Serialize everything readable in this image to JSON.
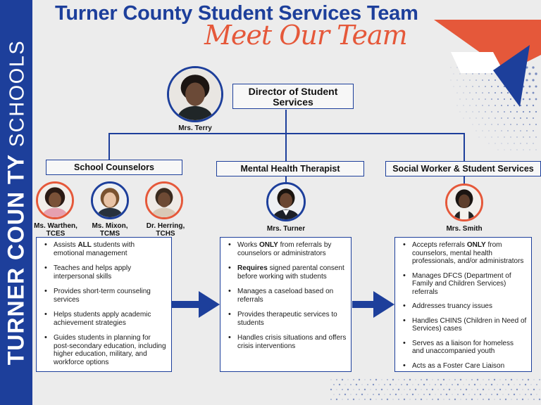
{
  "sidebar": {
    "district_bold": "TURNER COUN TY",
    "district_thin": "SCHOOLS"
  },
  "header": {
    "title": "Turner County Student Services Team",
    "subtitle": "Meet Our Team"
  },
  "colors": {
    "primary_blue": "#1d3f9b",
    "accent_orange": "#e5583a",
    "background": "#ececec"
  },
  "director": {
    "name": "Mrs. Terry",
    "role": "Director of Student Services"
  },
  "departments": {
    "counselors": {
      "title": "School Counselors",
      "staff": [
        {
          "name": "Ms. Warthen,",
          "school": "TCES"
        },
        {
          "name": "Ms. Mixon,",
          "school": "TCMS"
        },
        {
          "name": "Dr. Herring,",
          "school": "TCHS"
        }
      ],
      "duties": [
        {
          "pre": "Assists ",
          "bold": "ALL",
          "post": " students with emotional management"
        },
        {
          "pre": "Teaches and helps apply interpersonal skills",
          "bold": "",
          "post": ""
        },
        {
          "pre": "Provides short-term counseling services",
          "bold": "",
          "post": ""
        },
        {
          "pre": "Helps students apply academic achievement strategies",
          "bold": "",
          "post": ""
        },
        {
          "pre": "Guides students in planning for post-secondary education, including higher education, military, and workforce options",
          "bold": "",
          "post": ""
        }
      ]
    },
    "therapist": {
      "title": "Mental Health Therapist",
      "staff": [
        {
          "name": "Mrs. Turner"
        }
      ],
      "duties": [
        {
          "pre": "Works ",
          "bold": "ONLY",
          "post": " from referrals by counselors or administrators"
        },
        {
          "pre": "",
          "bold": "Requires",
          "post": " signed parental consent before working with students"
        },
        {
          "pre": "Manages a caseload based on referrals",
          "bold": "",
          "post": ""
        },
        {
          "pre": "Provides therapeutic services to students",
          "bold": "",
          "post": ""
        },
        {
          "pre": "Handles crisis situations and offers crisis interventions",
          "bold": "",
          "post": ""
        }
      ]
    },
    "social_worker": {
      "title": "Social Worker & Student Services",
      "staff": [
        {
          "name": "Mrs. Smith"
        }
      ],
      "duties": [
        {
          "pre": "Accepts referrals ",
          "bold": "ONLY",
          "post": " from counselors, mental health professionals, and/or administrators"
        },
        {
          "pre": "Manages DFCS (Department of Family and Children Services) referrals",
          "bold": "",
          "post": ""
        },
        {
          "pre": "Addresses truancy issues",
          "bold": "",
          "post": ""
        },
        {
          "pre": "Handles CHINS (Children in Need of Services) cases",
          "bold": "",
          "post": ""
        },
        {
          "pre": "Serves as a liaison for homeless and unaccompanied youth",
          "bold": "",
          "post": ""
        },
        {
          "pre": "Acts as a Foster Care Liaison",
          "bold": "",
          "post": ""
        }
      ]
    }
  }
}
